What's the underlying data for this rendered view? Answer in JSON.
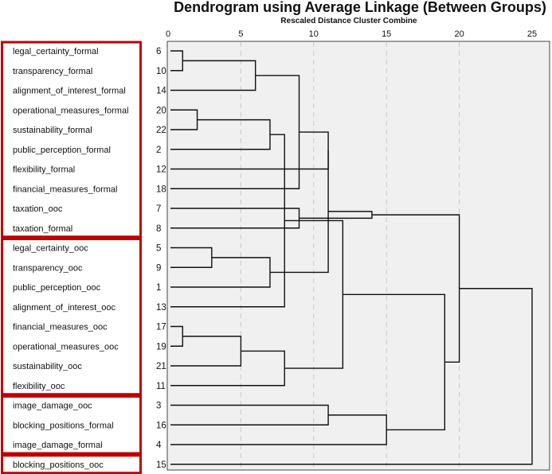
{
  "chart_data": {
    "type": "dendrogram",
    "title": "Dendrogram using Average Linkage (Between Groups)",
    "xlabel": "Rescaled Distance Cluster Combine",
    "xlim": [
      0,
      25
    ],
    "x_ticks": [
      0,
      5,
      10,
      15,
      20,
      25
    ],
    "grid": "vertical dashed",
    "leaves": [
      {
        "label": "legal_certainty_formal",
        "id": "6"
      },
      {
        "label": "transparency_formal",
        "id": "10"
      },
      {
        "label": "alignment_of_interest_formal",
        "id": "14"
      },
      {
        "label": "operational_measures_formal",
        "id": "20"
      },
      {
        "label": "sustainability_formal",
        "id": "22"
      },
      {
        "label": "public_perception_formal",
        "id": "2"
      },
      {
        "label": "flexibility_formal",
        "id": "12"
      },
      {
        "label": "financial_measures_formal",
        "id": "18"
      },
      {
        "label": "taxation_ooc",
        "id": "7"
      },
      {
        "label": "taxation_formal",
        "id": "8"
      },
      {
        "label": "legal_certainty_ooc",
        "id": "5"
      },
      {
        "label": "transparency_ooc",
        "id": "9"
      },
      {
        "label": "public_perception_ooc",
        "id": "1"
      },
      {
        "label": "alignment_of_interest_ooc",
        "id": "13"
      },
      {
        "label": "financial_measures_ooc",
        "id": "17"
      },
      {
        "label": "operational_measures_ooc",
        "id": "19"
      },
      {
        "label": "sustainability_ooc",
        "id": "21"
      },
      {
        "label": "flexibility_ooc",
        "id": "11"
      },
      {
        "label": "image_damage_ooc",
        "id": "3"
      },
      {
        "label": "blocking_positions_formal",
        "id": "16"
      },
      {
        "label": "image_damage_formal",
        "id": "4"
      },
      {
        "label": "blocking_positions_ooc",
        "id": "15"
      }
    ],
    "merges": [
      {
        "a": 0,
        "b": 1,
        "distance": 1
      },
      {
        "a": 3,
        "b": 4,
        "distance": 2
      },
      {
        "a": 14,
        "b": 15,
        "distance": 1
      },
      {
        "a": 10,
        "b": 11,
        "distance": 3
      },
      {
        "a": 22,
        "b": 2,
        "distance": 6
      },
      {
        "a": 23,
        "b": 5,
        "distance": 7
      },
      {
        "a": 25,
        "b": 12,
        "distance": 7
      },
      {
        "a": 24,
        "b": 16,
        "distance": 5
      },
      {
        "a": 27,
        "b": 13,
        "distance": 8
      },
      {
        "a": 29,
        "b": 17,
        "distance": 8
      },
      {
        "a": 8,
        "b": 9,
        "distance": 9
      },
      {
        "a": 26,
        "b": 7,
        "distance": 9
      },
      {
        "a": 33,
        "b": 6,
        "distance": 11
      },
      {
        "a": 28,
        "b": 34,
        "distance": 11
      },
      {
        "a": 18,
        "b": 19,
        "distance": 11
      },
      {
        "a": 35,
        "b": 32,
        "distance": 14
      },
      {
        "a": 36,
        "b": 20,
        "distance": 15
      },
      {
        "a": 30,
        "b": 31,
        "distance": 12
      },
      {
        "a": 38,
        "b": 39,
        "distance": 19
      },
      {
        "a": 37,
        "b": 40,
        "distance": 20
      },
      {
        "a": 41,
        "b": 21,
        "distance": 25
      }
    ],
    "groups": [
      {
        "start": 0,
        "end": 9
      },
      {
        "start": 10,
        "end": 17
      },
      {
        "start": 18,
        "end": 20
      },
      {
        "start": 21,
        "end": 21
      }
    ],
    "colors": {
      "group_border": "#c00000",
      "plot_background": "#f0f0f0",
      "line": "#111111",
      "grid": "#c8c8c8"
    }
  }
}
